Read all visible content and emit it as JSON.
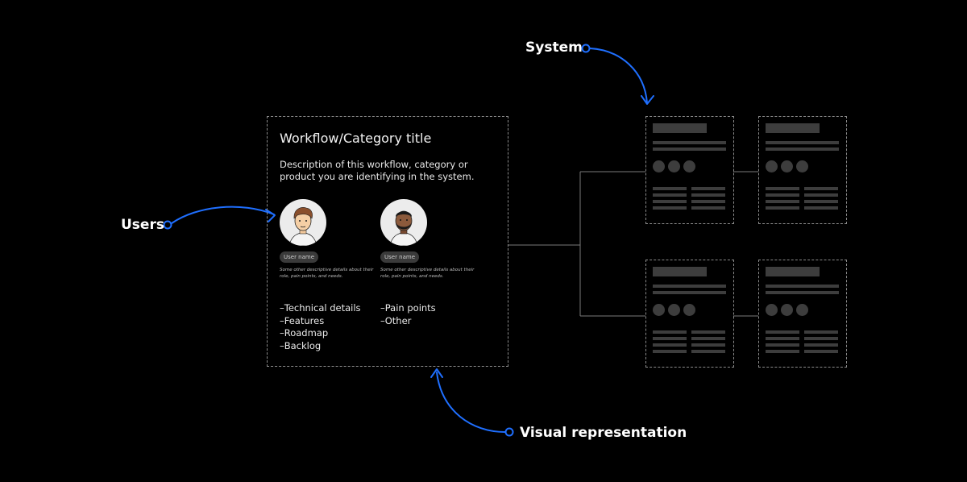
{
  "callouts": {
    "system": "System",
    "users": "Users",
    "visual": "Visual representation"
  },
  "card": {
    "title": "Workflow/Category title",
    "description": "Description of this workflow, category or product you are identifying in the system.",
    "users": [
      {
        "name": "User name",
        "description": "Some other descriptive details about their role, pain points, and needs."
      },
      {
        "name": "User name",
        "description": "Some other descriptive details about their role, pain points, and needs."
      }
    ],
    "list_left": [
      "–Technical details",
      "–Features",
      "–Roadmap",
      "–Backlog"
    ],
    "list_right": [
      "–Pain points",
      "–Other"
    ]
  },
  "colors": {
    "accent": "#1f6fff",
    "background": "#000000",
    "border": "#8a8a8a",
    "placeholder": "#3d3d3d"
  }
}
